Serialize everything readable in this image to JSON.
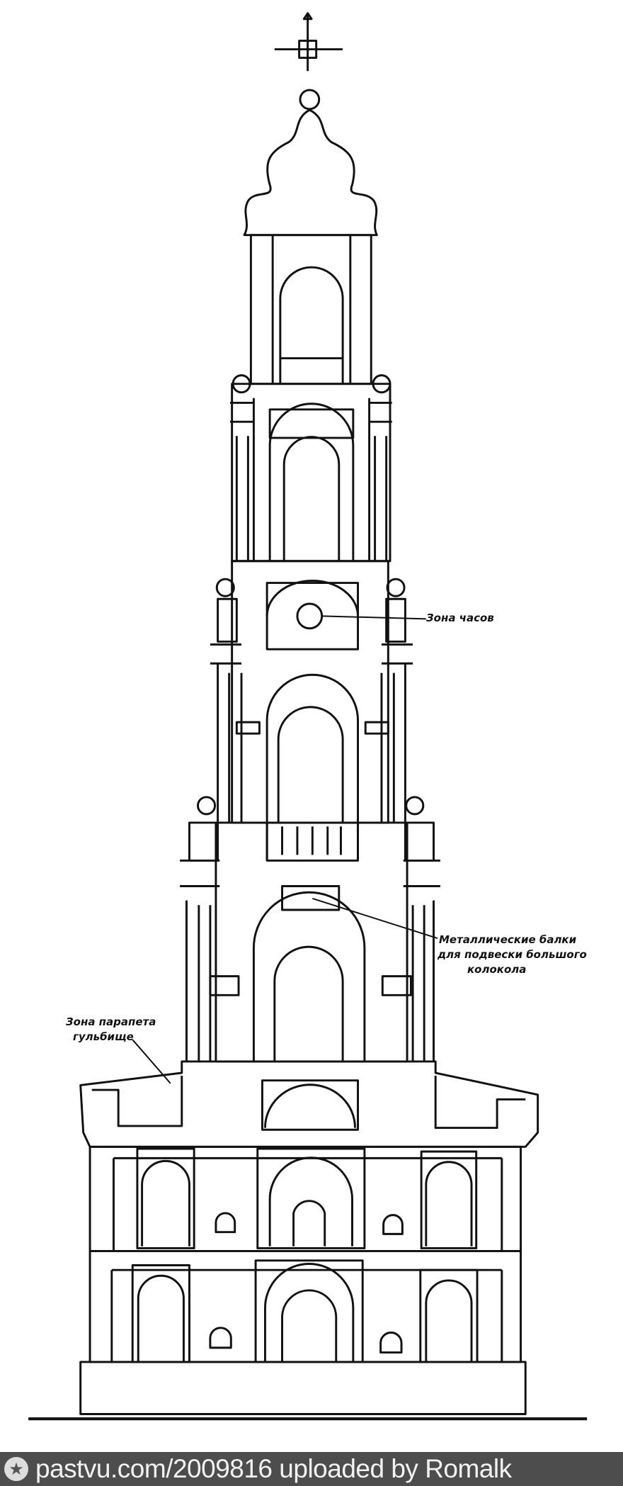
{
  "labels": {
    "clock_zone": "Зона часов",
    "beams": [
      "Металлические балки",
      "для подвески большого",
      "колокола"
    ],
    "parapet": [
      "Зона парапета",
      "гульбище"
    ]
  },
  "footer": {
    "icon": "pastvu-star-logo",
    "text": "pastvu.com/2009816  uploaded by Romalk"
  }
}
